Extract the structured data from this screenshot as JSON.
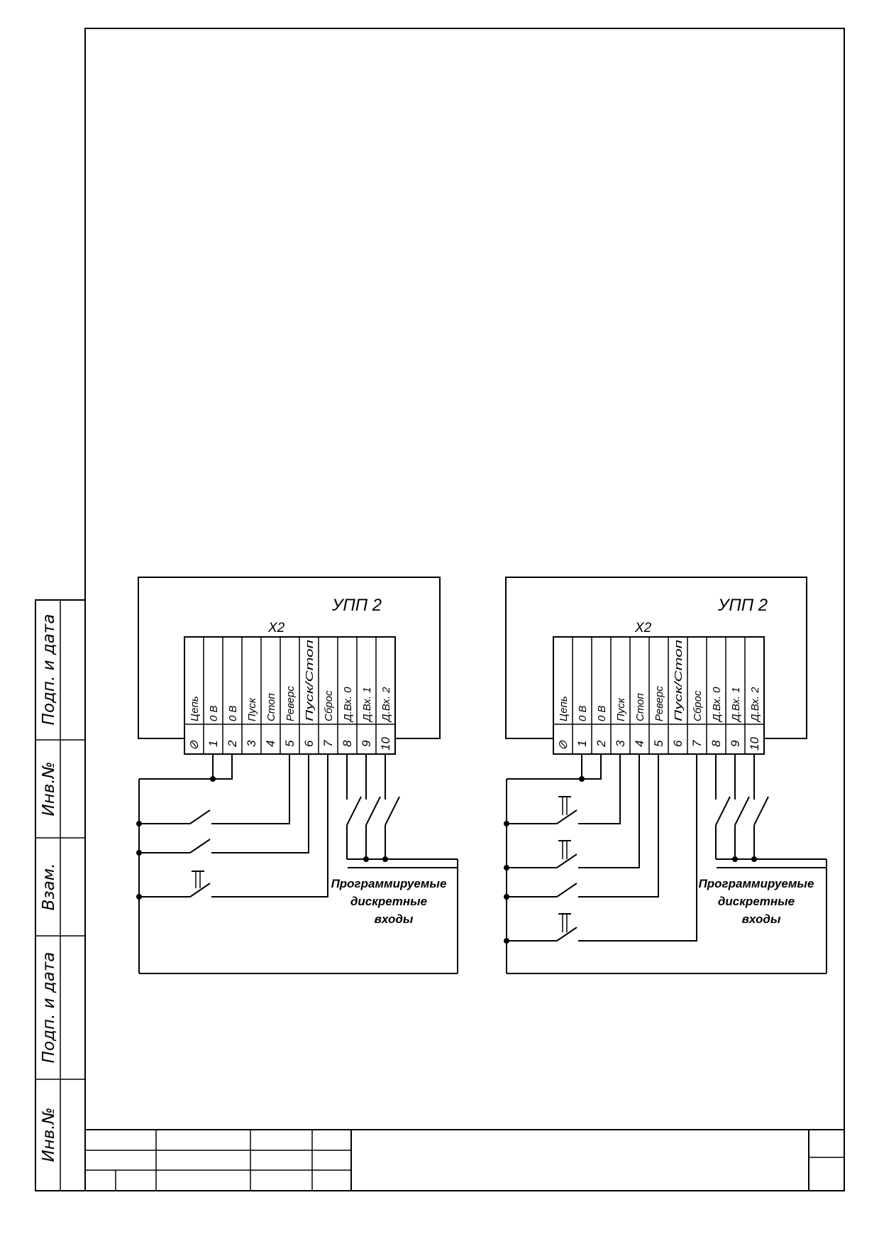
{
  "stamp": {
    "side_labels": [
      "Подп. и дата",
      "Инв.№",
      "Взам.",
      "Подп. и дата",
      "Инв.№"
    ]
  },
  "diagrams": [
    {
      "title": "УПП 2",
      "connector": "X2",
      "terminal_labels": [
        "Цепь",
        "0 В",
        "0 В",
        "Пуск",
        "Стоп",
        "Реверс",
        "Пуск/Стоп",
        "Сброс",
        "Д.Вх. 0",
        "Д.Вх. 1",
        "Д.Вх. 2"
      ],
      "terminal_numbers": [
        "⊘",
        "1",
        "2",
        "3",
        "4",
        "5",
        "6",
        "7",
        "8",
        "9",
        "10"
      ],
      "caption": [
        "Программируемые",
        "дискретные",
        "входы"
      ]
    },
    {
      "title": "УПП 2",
      "connector": "X2",
      "terminal_labels": [
        "Цепь",
        "0 В",
        "0 В",
        "Пуск",
        "Стоп",
        "Реверс",
        "Пуск/Стоп",
        "Сброс",
        "Д.Вх. 0",
        "Д.Вх. 1",
        "Д.Вх. 2"
      ],
      "terminal_numbers": [
        "⊘",
        "1",
        "2",
        "3",
        "4",
        "5",
        "6",
        "7",
        "8",
        "9",
        "10"
      ],
      "caption": [
        "Программируемые",
        "дискретные",
        "входы"
      ]
    }
  ]
}
